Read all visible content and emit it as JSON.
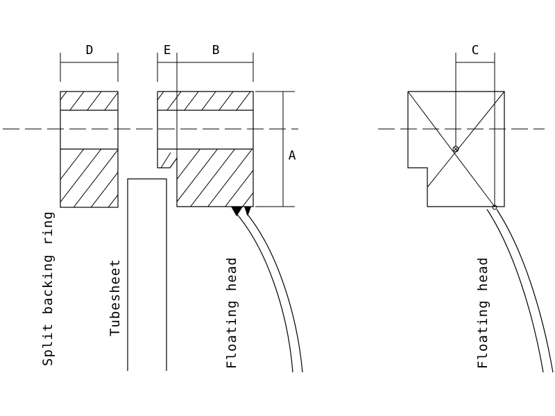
{
  "dimensions": {
    "d": "D",
    "e": "E",
    "b": "B",
    "c": "C",
    "a": "A"
  },
  "parts": {
    "split_backing_ring": "Split backing ring",
    "tubesheet": "Tubesheet",
    "floating_head_left": "Floating head",
    "floating_head_right": "Floating head"
  },
  "colors": {
    "ink": "#000000",
    "background": "#ffffff"
  }
}
